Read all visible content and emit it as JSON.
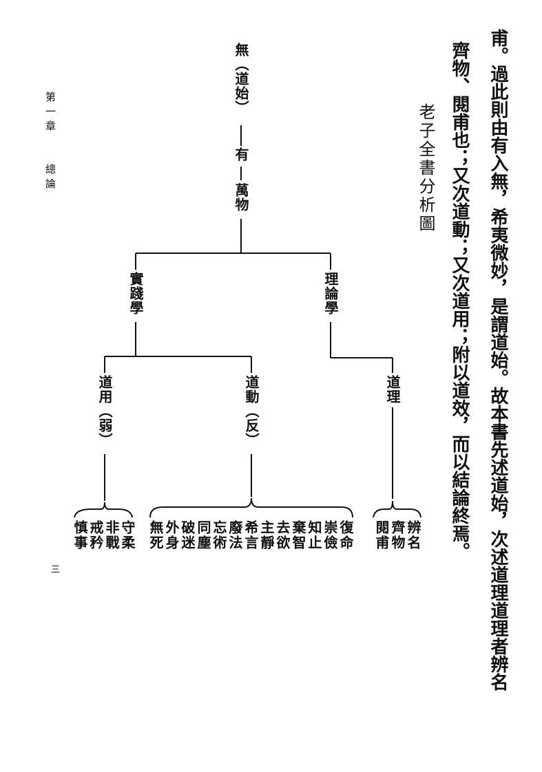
{
  "margin": {
    "chapter": "第一章",
    "section": "總論",
    "page_number": "三"
  },
  "text": {
    "column1": "甫。過此則由有入無，希夷微妙，是謂道始。故本書先述道始，次述道理道理者辨名",
    "column2": "齊物、閱甫也；又次道動；又次道用；附以道效，而以結論終焉。",
    "figure_title": "老子全書分析圖"
  },
  "tree": {
    "root": "無（道始）",
    "level2": "有",
    "level3": "萬物",
    "practice": "實踐學",
    "theory": "理論學",
    "dao_yong": "道用（弱）",
    "dao_dong": "道動（反）",
    "dao_li": "道理",
    "leaves_yong": [
      "守柔",
      "非戰",
      "戒矜",
      "慎事"
    ],
    "leaves_dong": [
      "復命",
      "崇儉",
      "知止",
      "棄智",
      "去欲",
      "主靜",
      "希言",
      "廢法",
      "忘術",
      "同塵",
      "破迷",
      "外身",
      "無死"
    ],
    "leaves_li": [
      "辨名",
      "齊物",
      "閱甫"
    ]
  }
}
